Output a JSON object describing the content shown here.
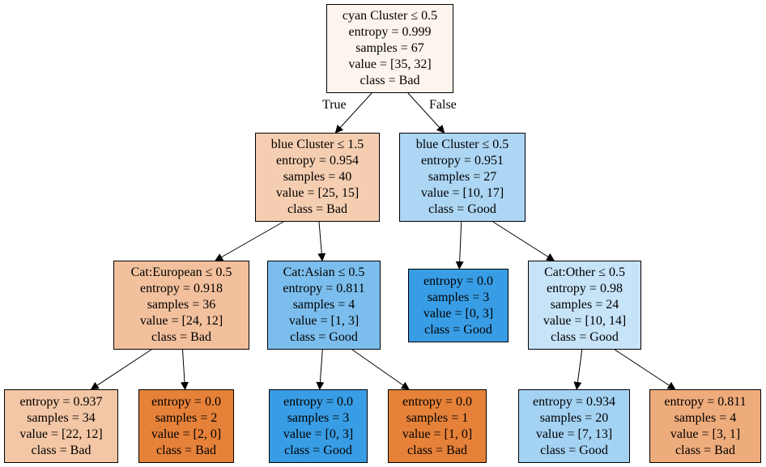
{
  "tree": {
    "colors": {
      "bad_strong": "#e58139",
      "good_strong": "#399de5"
    },
    "edge_labels": {
      "true": "True",
      "false": "False"
    },
    "nodes": [
      {
        "id": "n0",
        "lines": [
          "cyan Cluster ≤ 0.5",
          "entropy = 0.999",
          "samples = 67",
          "value = [35, 32]",
          "class = Bad"
        ],
        "fill": "#fdf4ee"
      },
      {
        "id": "n1",
        "lines": [
          "blue Cluster ≤ 1.5",
          "entropy = 0.954",
          "samples = 40",
          "value = [25, 15]",
          "class = Bad"
        ],
        "fill": "#f5cdb0"
      },
      {
        "id": "n2",
        "lines": [
          "blue Cluster ≤ 0.5",
          "entropy = 0.951",
          "samples = 27",
          "value = [10, 17]",
          "class = Good"
        ],
        "fill": "#add6f4"
      },
      {
        "id": "n3",
        "lines": [
          "Cat:European ≤ 0.5",
          "entropy = 0.918",
          "samples = 36",
          "value = [24, 12]",
          "class = Bad"
        ],
        "fill": "#f2c09c"
      },
      {
        "id": "n4",
        "lines": [
          "Cat:Asian ≤ 0.5",
          "entropy = 0.811",
          "samples = 4",
          "value = [1, 3]",
          "class = Good"
        ],
        "fill": "#7bbeee"
      },
      {
        "id": "n5",
        "lines": [
          "entropy = 0.0",
          "samples = 3",
          "value = [0, 3]",
          "class = Good"
        ],
        "fill": "#399de5"
      },
      {
        "id": "n6",
        "lines": [
          "Cat:Other ≤ 0.5",
          "entropy = 0.98",
          "samples = 24",
          "value = [10, 14]",
          "class = Good"
        ],
        "fill": "#c6e3f8"
      },
      {
        "id": "n7",
        "lines": [
          "entropy = 0.937",
          "samples = 34",
          "value = [22, 12]",
          "class = Bad"
        ],
        "fill": "#f3c6a5"
      },
      {
        "id": "n8",
        "lines": [
          "entropy = 0.0",
          "samples = 2",
          "value = [2, 0]",
          "class = Bad"
        ],
        "fill": "#e58139"
      },
      {
        "id": "n9",
        "lines": [
          "entropy = 0.0",
          "samples = 3",
          "value = [0, 3]",
          "class = Good"
        ],
        "fill": "#399de5"
      },
      {
        "id": "n10",
        "lines": [
          "entropy = 0.0",
          "samples = 1",
          "value = [1, 0]",
          "class = Bad"
        ],
        "fill": "#e58139"
      },
      {
        "id": "n11",
        "lines": [
          "entropy = 0.934",
          "samples = 20",
          "value = [7, 13]",
          "class = Good"
        ],
        "fill": "#a4d2f3"
      },
      {
        "id": "n12",
        "lines": [
          "entropy = 0.811",
          "samples = 4",
          "value = [3, 1]",
          "class = Bad"
        ],
        "fill": "#eeab7b"
      }
    ],
    "edges": [
      {
        "from": "n0",
        "to": "n1",
        "label": "true"
      },
      {
        "from": "n0",
        "to": "n2",
        "label": "false"
      },
      {
        "from": "n1",
        "to": "n3"
      },
      {
        "from": "n1",
        "to": "n4"
      },
      {
        "from": "n2",
        "to": "n5"
      },
      {
        "from": "n2",
        "to": "n6"
      },
      {
        "from": "n3",
        "to": "n7"
      },
      {
        "from": "n3",
        "to": "n8"
      },
      {
        "from": "n4",
        "to": "n9"
      },
      {
        "from": "n4",
        "to": "n10"
      },
      {
        "from": "n6",
        "to": "n11"
      },
      {
        "from": "n6",
        "to": "n12"
      }
    ]
  }
}
